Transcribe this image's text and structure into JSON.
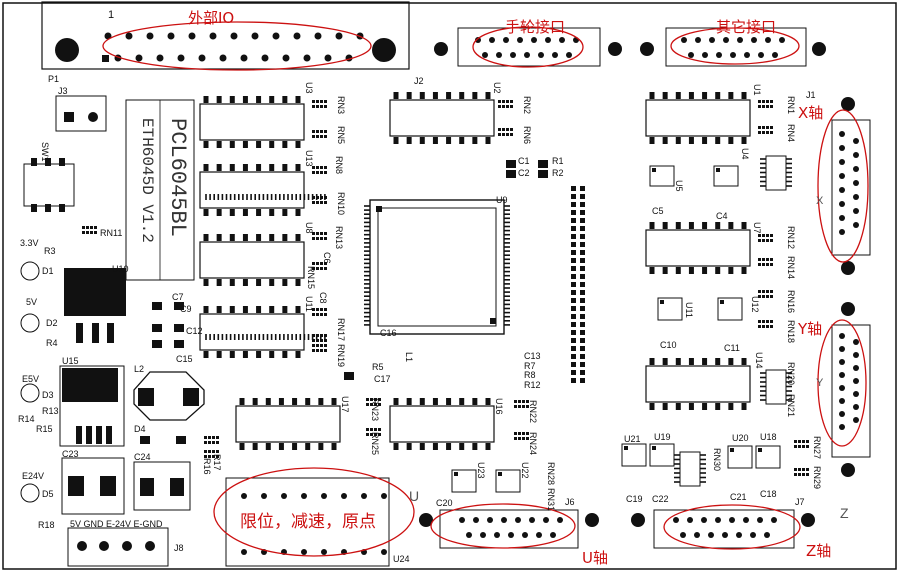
{
  "annotations": {
    "external_io": "外部IO",
    "handwheel": "手轮接口",
    "other_port": "其它接口",
    "x_axis": "X轴",
    "y_axis": "Y轴",
    "u_axis": "U轴",
    "z_axis": "Z轴",
    "limit_text": "限位，减速，原点"
  },
  "silkscreen": {
    "board_name": "PCL6045BL",
    "board_ver": "ETH6045D V1.2",
    "u_mark": "U",
    "z_mark": "Z",
    "x_mark": "X",
    "y_mark": "Y",
    "pin1_mark": "1",
    "power_labels": {
      "v33": "3.3V",
      "v5": "5V",
      "e5v": "E5V",
      "e24v": "E24V"
    },
    "j8_pins": "5V   GND E-24V E-GND"
  },
  "components": {
    "P1": "P1",
    "J2": "J2",
    "J1": "J1",
    "J3": "J3",
    "J6": "J6",
    "J7": "J7",
    "J8": "J8",
    "U1": "U1",
    "U2": "U2",
    "U3": "U3",
    "U4": "U4",
    "U5": "U5",
    "U7": "U7",
    "U8": "U8",
    "U9": "U9",
    "U10": "U10",
    "U11": "U11",
    "U12": "U12",
    "U13": "U13",
    "U14": "U14",
    "U15": "U15",
    "U16": "U16",
    "U17": "U17",
    "U18": "U18",
    "U19": "U19",
    "U20": "U20",
    "U21": "U21",
    "U22": "U22",
    "U23": "U23",
    "U24": "U24",
    "L1": "L1",
    "L2": "L2",
    "D1": "D1",
    "D2": "D2",
    "D3": "D3",
    "D4": "D4",
    "D5": "D5",
    "C1": "C1",
    "C2": "C2",
    "C4": "C4",
    "C5": "C5",
    "C6": "C6",
    "C7": "C7",
    "C8": "C8",
    "C9": "C9",
    "C10": "C10",
    "C11": "C11",
    "C12": "C12",
    "C13": "C13",
    "C15": "C15",
    "C16": "C16",
    "C17": "C17",
    "C18": "C18",
    "C19": "C19",
    "C20": "C20",
    "C21": "C21",
    "C22": "C22",
    "C23": "C23",
    "C24": "C24",
    "R1": "R1",
    "R2": "R2",
    "R3": "R3",
    "R4": "R4",
    "R5": "R5",
    "R7": "R7",
    "R8": "R8",
    "R12": "R12",
    "R13": "R13",
    "R14": "R14",
    "R15": "R15",
    "R16": "R16",
    "R17": "R17",
    "R18": "R18",
    "RN1": "RN1",
    "RN2": "RN2",
    "RN3": "RN3",
    "RN4": "RN4",
    "RN5": "RN5",
    "RN6": "RN6",
    "RN8": "RN8",
    "RN10": "RN10",
    "RN11": "RN11",
    "RN12": "RN12",
    "RN13": "RN13",
    "RN14": "RN14",
    "RN15": "RN15",
    "RN16": "RN16",
    "RN17": "RN17",
    "RN18": "RN18",
    "RN19": "RN19",
    "RN20": "RN20",
    "RN21": "RN21",
    "RN22": "RN22",
    "RN23": "RN23",
    "RN24": "RN24",
    "RN25": "RN25",
    "RN27": "RN27",
    "RN28": "RN28",
    "RN29": "RN29",
    "RN30": "RN30",
    "RN31": "RN31",
    "SW1": "SW1"
  },
  "colors": {
    "annotation": "#cc1111",
    "silk": "#111111",
    "board": "#ffffff"
  }
}
